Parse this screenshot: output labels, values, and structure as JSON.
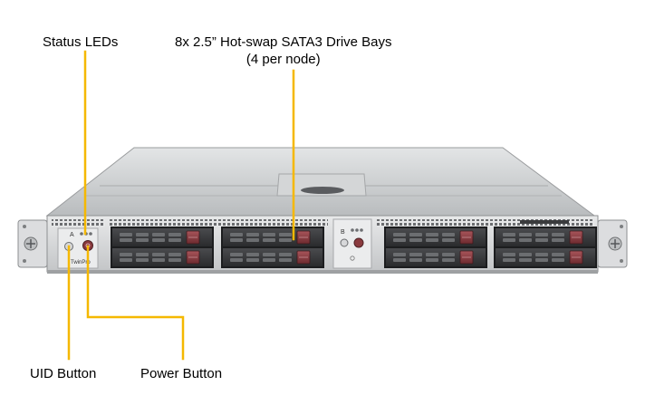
{
  "callouts": {
    "status_leds": "Status LEDs",
    "drive_bays_line1": "8x 2.5” Hot-swap SATA3 Drive Bays",
    "drive_bays_line2": "(4 per node)",
    "uid_button": "UID Button",
    "power_button": "Power Button"
  },
  "bezel": {
    "node_a_label": "A",
    "node_b_label": "B",
    "brand_text": "TwinPro"
  },
  "colors": {
    "callout_line": "#F5B800",
    "chassis": "#c9cbcc",
    "drive_tray": "#3a3b3d",
    "drive_latch": "#8a3a3e"
  }
}
